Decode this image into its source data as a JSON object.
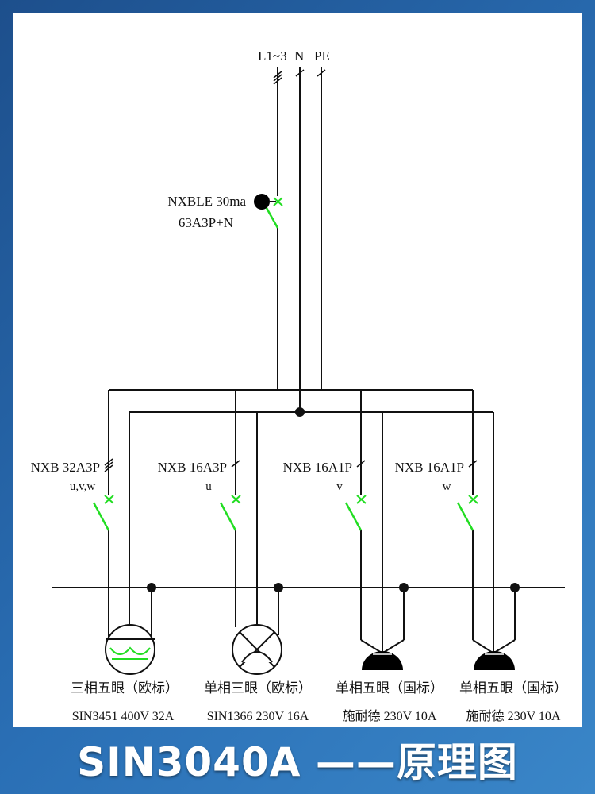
{
  "supply": {
    "l_label": "L1~3",
    "n_label": "N",
    "pe_label": "PE"
  },
  "main_breaker": {
    "model": "NXBLE 30ma",
    "rating": "63A3P+N"
  },
  "branches": [
    {
      "breaker": "NXB 32A3P",
      "phase": "u,v,w",
      "name": "三相五眼（欧标）",
      "spec": "SIN3451 400V 32A"
    },
    {
      "breaker": "NXB 16A3P",
      "phase": "u",
      "name": "单相三眼（欧标）",
      "spec": "SIN1366 230V 16A"
    },
    {
      "breaker": "NXB 16A1P",
      "phase": "v",
      "name": "单相五眼（国标）",
      "spec": "施耐德 230V 10A"
    },
    {
      "breaker": "NXB 16A1P",
      "phase": "w",
      "name": "单相五眼（国标）",
      "spec": "施耐德 230V 10A"
    }
  ],
  "title": "SIN3040A ——原理图",
  "colors": {
    "line": "#111111",
    "switch": "#22dd22",
    "background_top": "#1d4f8c",
    "background_bottom": "#3a86c8"
  }
}
